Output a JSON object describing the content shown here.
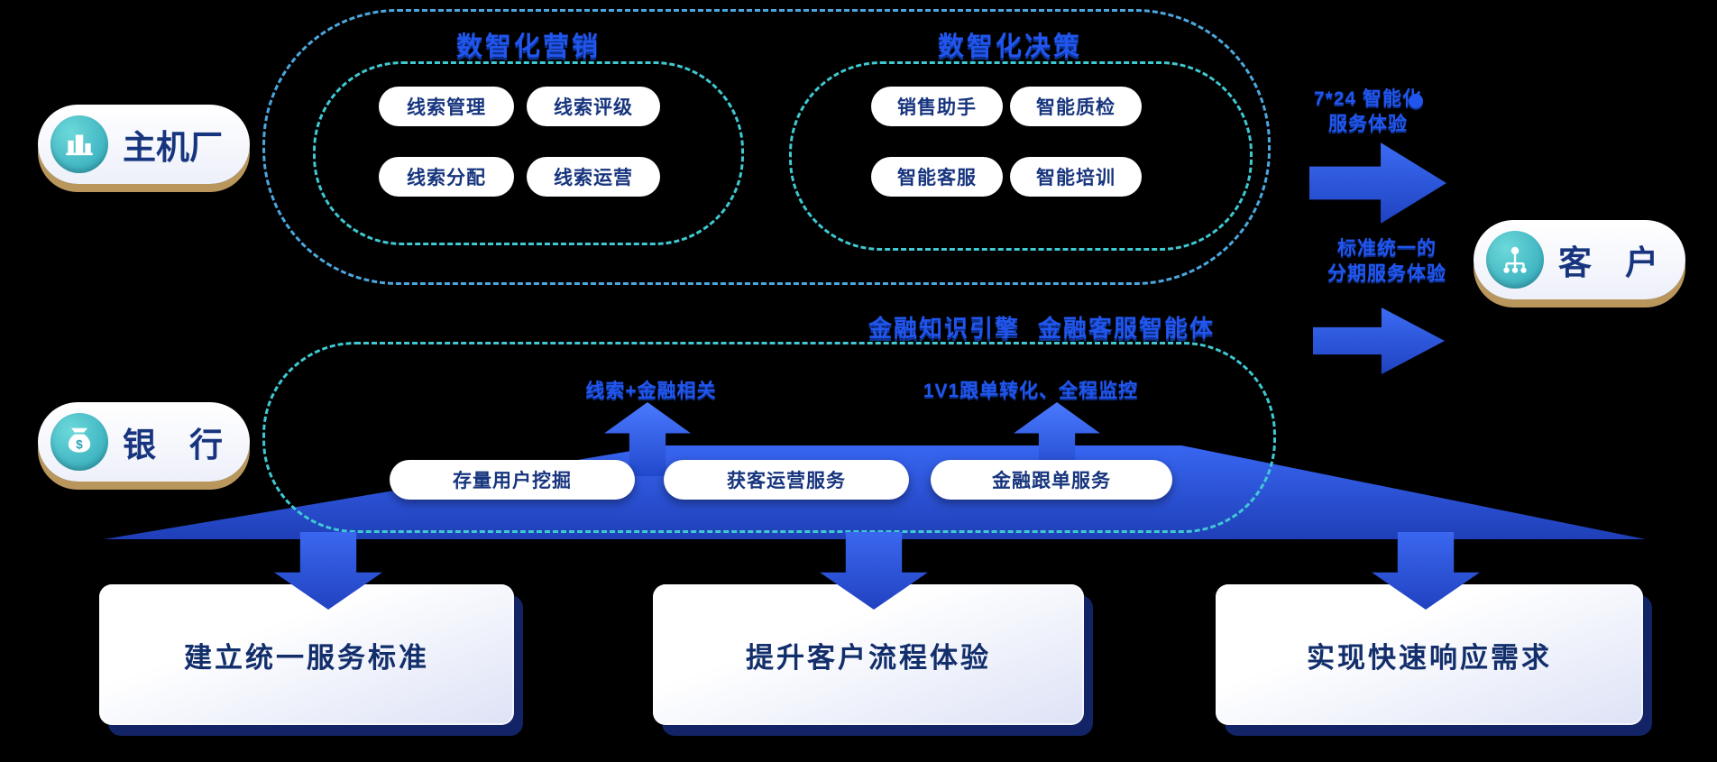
{
  "entities": {
    "oem": {
      "label": "主机厂",
      "icon": "building-icon"
    },
    "bank": {
      "label": "银　行",
      "icon": "money-bag-icon"
    },
    "customer": {
      "label": "客　户",
      "icon": "org-icon"
    }
  },
  "top_section": {
    "marketing": {
      "title": "数智化营销",
      "pills": [
        "线索管理",
        "线索评级",
        "线索分配",
        "线索运营"
      ]
    },
    "decision": {
      "title": "数智化决策",
      "pills": [
        "销售助手",
        "智能质检",
        "智能客服",
        "智能培训"
      ]
    }
  },
  "middle_section": {
    "titles": [
      "金融知识引擎",
      "金融客服智能体"
    ],
    "labels": [
      "线索+金融相关",
      "1V1跟单转化、全程监控"
    ],
    "pills": [
      "存量用户挖掘",
      "获客运营服务",
      "金融跟单服务"
    ]
  },
  "right_flow": {
    "top_label": [
      "7*24 智能化",
      "服务体验"
    ],
    "bottom_label": [
      "标准统一的",
      "分期服务体验"
    ]
  },
  "bottom_cards": [
    "建立统一服务标准",
    "提升客户流程体验",
    "实现快速响应需求"
  ],
  "colors": {
    "background": "#000000",
    "accent_blue": "#2156ee",
    "deep_blue": "#0e318f",
    "dash_teal": "#3fc9d2",
    "dash_blue": "#4ba8df",
    "pill_text": "#17357e",
    "card_text": "#122e6b",
    "gold": "#b9965c",
    "teal_icon": "#2ba3b6"
  }
}
